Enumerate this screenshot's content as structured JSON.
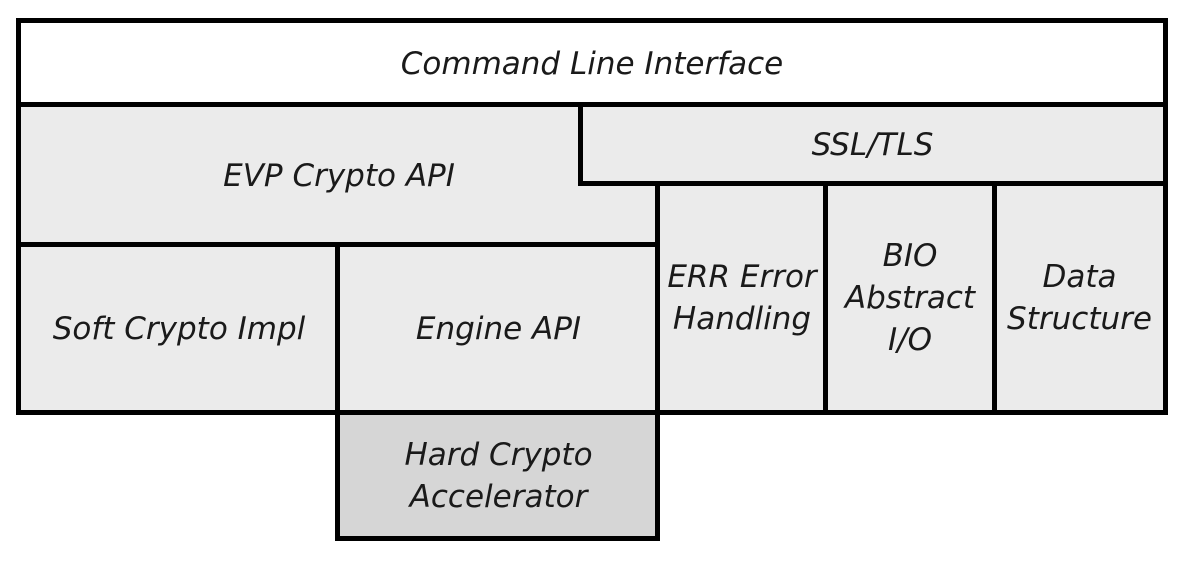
{
  "blocks": {
    "cli": "Command Line Interface",
    "ssl": "SSL/TLS",
    "evp": "EVP Crypto API",
    "soft": "Soft Crypto Impl",
    "engine": "Engine API",
    "err": "ERR Error\nHandling",
    "bio": "BIO\nAbstract\nI/O",
    "data": "Data\nStructure",
    "hard": "Hard Crypto\nAccelerator"
  },
  "colors": {
    "top_row": "#ffffff",
    "main_blocks": "#ebebeb",
    "hardware_block": "#d6d6d6",
    "border": "#000000"
  }
}
